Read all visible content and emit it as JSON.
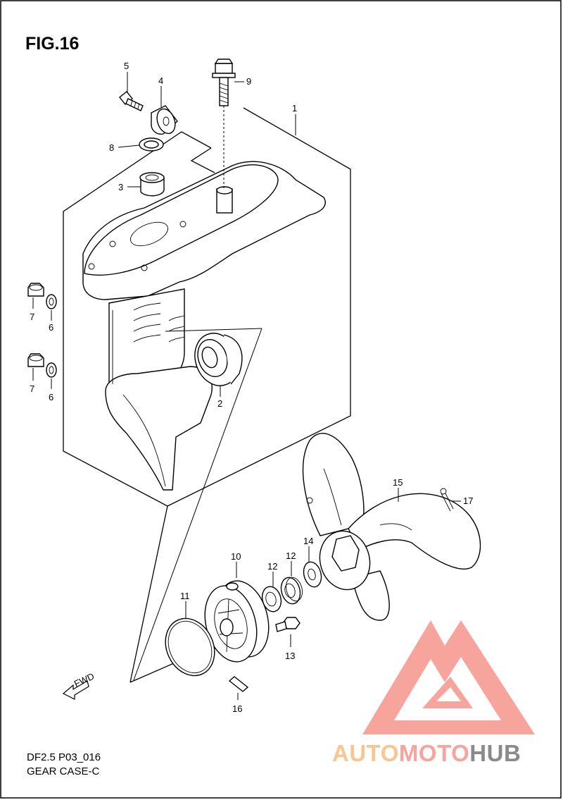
{
  "figure": {
    "title": "FIG.16",
    "model_code": "DF2.5 P03_016",
    "assembly_name": "GEAR CASE-C"
  },
  "callouts": {
    "c1": "1",
    "c2": "2",
    "c3": "3",
    "c4": "4",
    "c5": "5",
    "c6a": "6",
    "c6b": "6",
    "c7a": "7",
    "c7b": "7",
    "c8": "8",
    "c9": "9",
    "c10": "10",
    "c11": "11",
    "c12a": "12",
    "c12b": "12",
    "c13": "13",
    "c14": "14",
    "c15": "15",
    "c16": "16",
    "c17": "17"
  },
  "direction_label": "FWD",
  "watermark": {
    "part1": "AUTO",
    "part2": "MOTO",
    "part3": "HUB",
    "color_orange": "#f8c68e",
    "color_red": "#f6a49c",
    "color_gray": "#8a8a8a"
  },
  "icons": [
    "fwd-arrow-icon",
    "watermark-triangle-logo-icon"
  ]
}
